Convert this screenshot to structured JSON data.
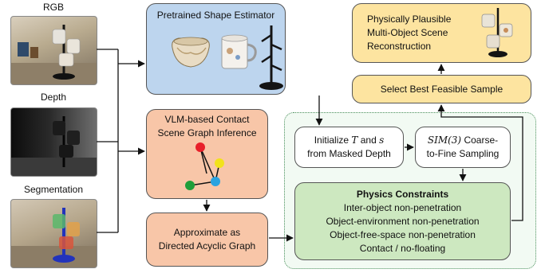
{
  "inputs": {
    "rgb_label": "RGB",
    "depth_label": "Depth",
    "seg_label": "Segmentation"
  },
  "boxes": {
    "shape_estimator": "Pretrained Shape Estimator",
    "vlm_line1": "VLM-based Contact",
    "vlm_line2": "Scene Graph Inference",
    "dag_line1": "Approximate as",
    "dag_line2": "Directed Acyclic Graph",
    "init_line1_pre": "Initialize ",
    "init_T": "T",
    "init_line1_mid": " and ",
    "init_s": "s",
    "init_line2": "from Masked Depth",
    "sim_line1_a": "SIM",
    "sim_line1_b": "(3)",
    "sim_line1_c": " Coarse-",
    "sim_line2": "to-Fine Sampling",
    "select": "Select Best Feasible Sample",
    "result_line1": "Physically Plausible",
    "result_line2": "Multi-Object Scene",
    "result_line3": "Reconstruction"
  },
  "physics": {
    "title": "Physics Constraints",
    "items": [
      "Inter-object non-penetration",
      "Object-environment non-penetration",
      "Object-free-space non-penetration",
      "Contact / no-floating"
    ]
  },
  "graph_node_colors": {
    "red": "#e8202a",
    "yellow": "#f2e21b",
    "green": "#1f9e3a",
    "blue": "#2aa3e0"
  }
}
